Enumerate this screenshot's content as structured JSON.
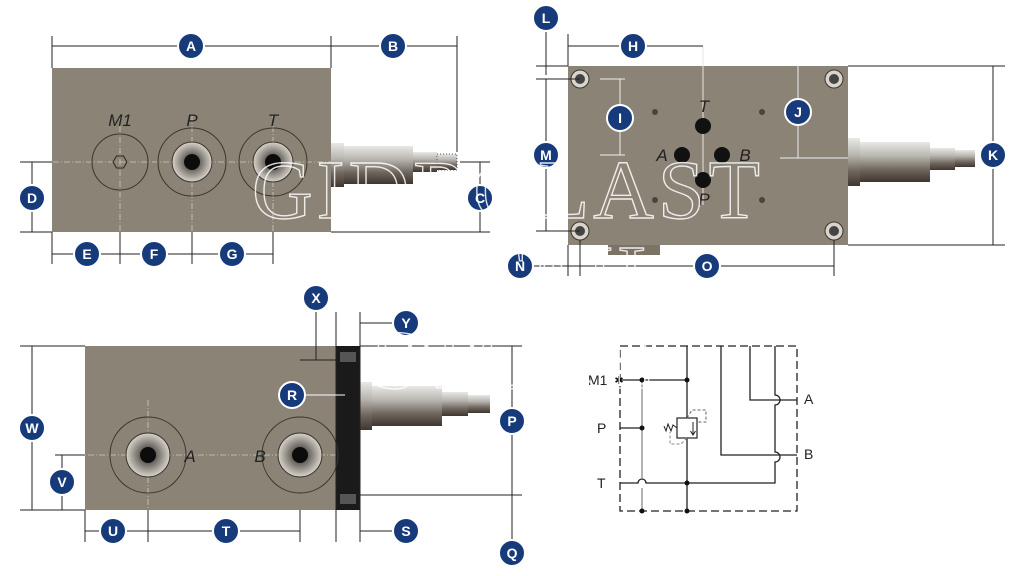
{
  "view_top": {
    "port_labels": {
      "m1": "M1",
      "p": "P",
      "t": "T"
    },
    "dims": {
      "a": "A",
      "b": "B",
      "c": "C",
      "d": "D",
      "e": "E",
      "f": "F",
      "g": "G"
    }
  },
  "view_face": {
    "port_labels": {
      "t": "T",
      "a": "A",
      "b": "B",
      "p": "P"
    },
    "dims": {
      "l": "L",
      "h": "H",
      "i": "I",
      "j": "J",
      "m": "M",
      "k": "K",
      "n": "N",
      "o": "O"
    }
  },
  "view_side": {
    "port_labels": {
      "a": "A",
      "b": "B"
    },
    "dims": {
      "w": "W",
      "v": "V",
      "u": "U",
      "t": "T",
      "x": "X",
      "y": "Y",
      "r": "R",
      "p": "P",
      "s": "S",
      "q": "Q"
    }
  },
  "schematic": {
    "labels": {
      "m1": "M1",
      "p": "P",
      "t": "T",
      "a": "A",
      "b": "B"
    }
  },
  "watermark": {
    "line1": "GIDROLAST",
    "line2": "RETAIL",
    "line3": "STORE"
  },
  "colors": {
    "body": "#8b8375",
    "badge": "#173a7a"
  }
}
